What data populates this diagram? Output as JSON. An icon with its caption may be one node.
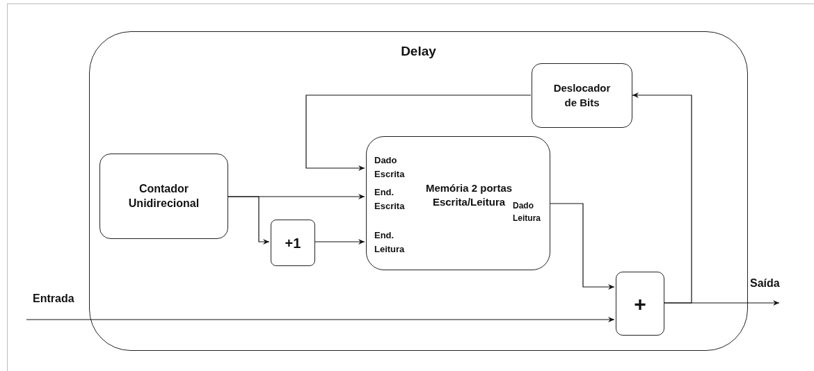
{
  "diagram": {
    "nodes": [
      {
        "text": [
          "Delay"
        ]
      },
      {
        "text": [
          "Deslocador de Bits"
        ],
        "in": 0
      },
      {
        "text": [
          "Contador Unidirecional"
        ],
        "in": 0
      },
      {
        "text": [
          "Dado Escrita",
          "End. Escrita",
          "Memória 2 portas Escrita/Leitura",
          "Dado Leitura",
          "End. Leitura"
        ],
        "in": 0
      },
      {
        "text": [
          "+1"
        ],
        "in": 0
      },
      {
        "text": [
          "+"
        ],
        "in": 0
      }
    ],
    "edges": [
      {
        "from": 1,
        "to": 3,
        "arrow": "to"
      },
      {
        "from": 2,
        "to": 3,
        "arrow": "to"
      },
      {
        "from": 2,
        "to": 4,
        "arrow": "to"
      },
      {
        "from": 4,
        "to": 3,
        "arrow": "to"
      },
      {
        "from": 3,
        "to": 5,
        "arrow": "to"
      },
      {
        "from": null,
        "to": 5,
        "arrow": "to",
        "label": "Entrada"
      },
      {
        "from": 5,
        "to": null,
        "arrow": "to",
        "label": "Saída"
      },
      {
        "from": 5,
        "to": 1,
        "arrow": "to"
      }
    ]
  }
}
